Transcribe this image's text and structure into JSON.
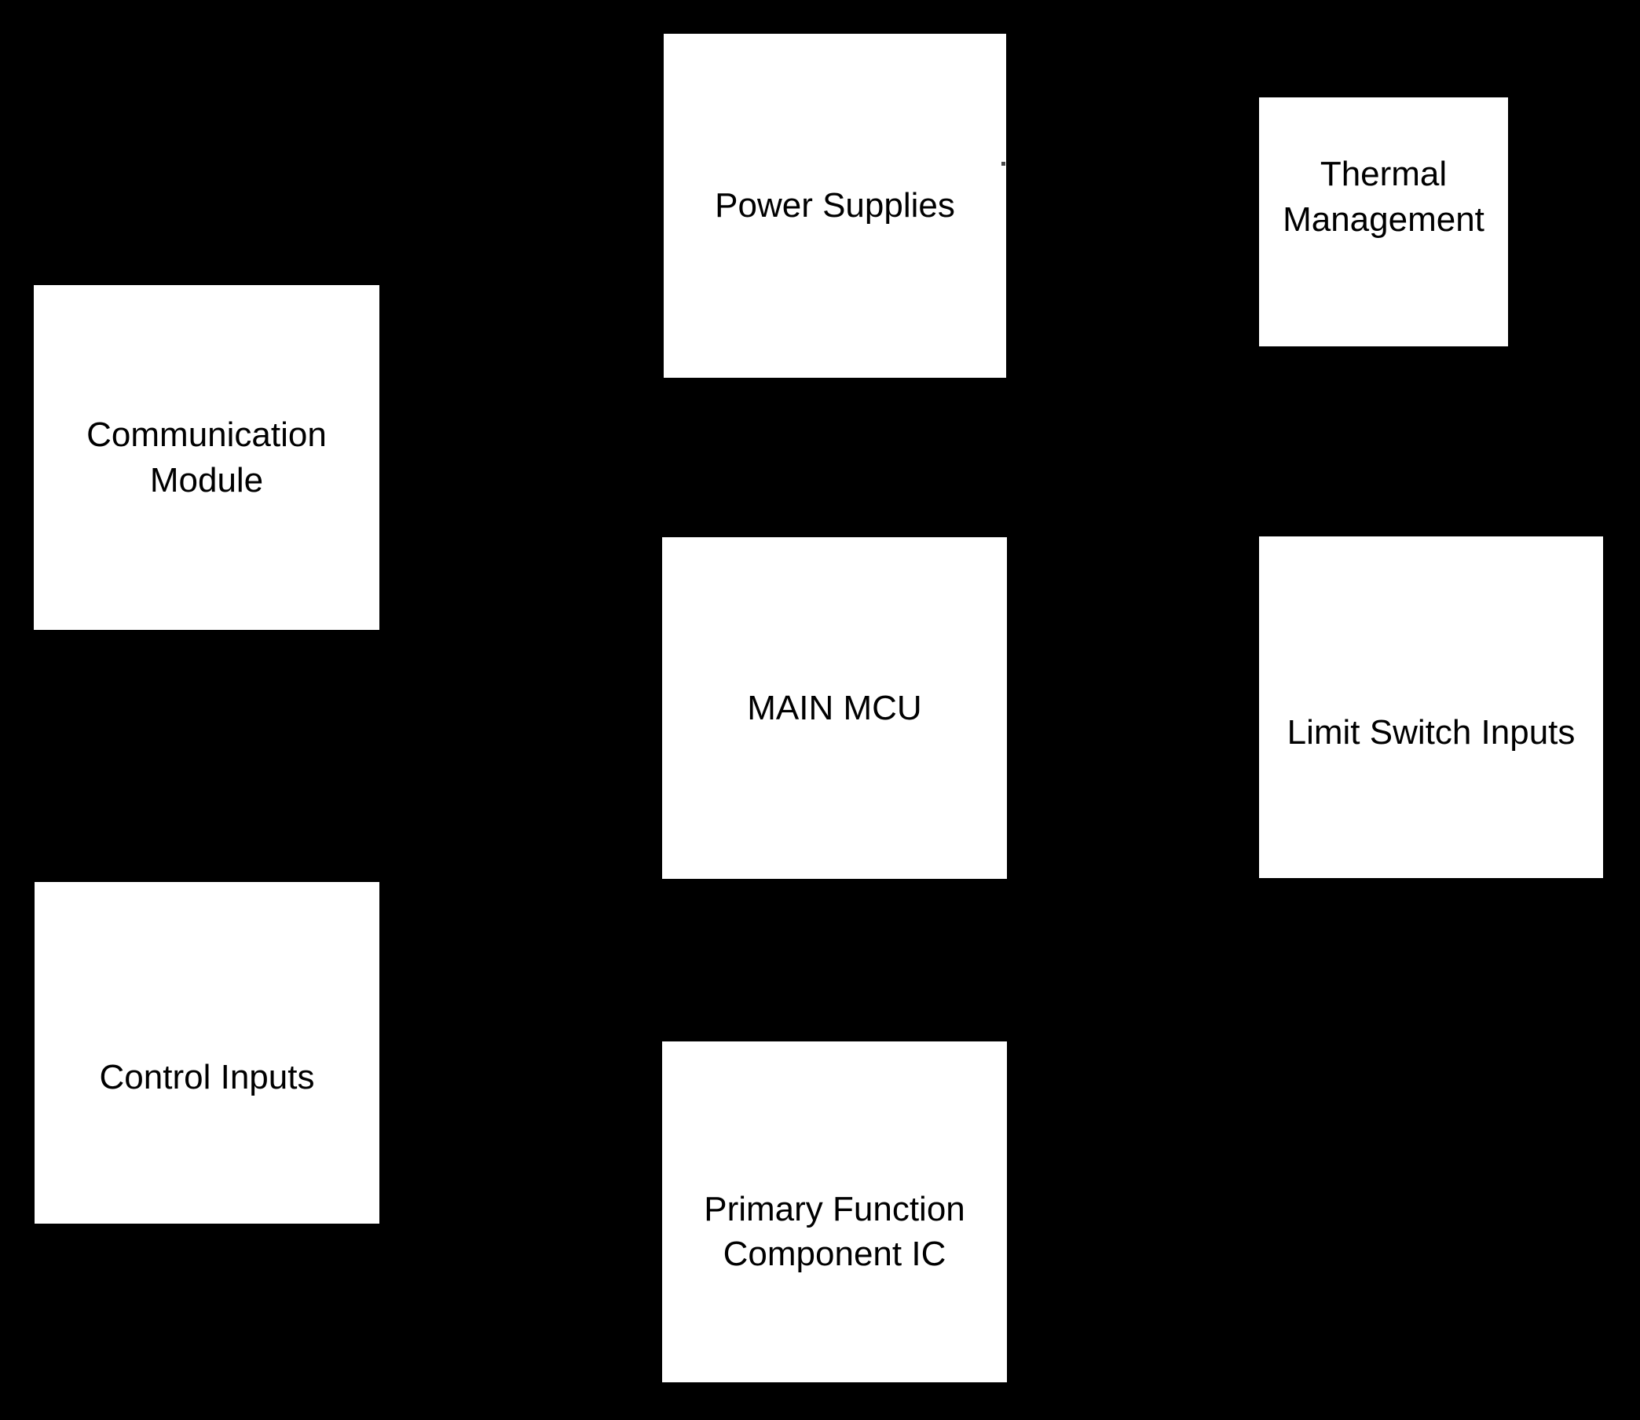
{
  "diagram": {
    "title": "",
    "colors": {
      "background": "#000000",
      "node_fill": "#ffffff",
      "node_text": "#000000",
      "artifact_mark": "#4a4a4a"
    },
    "nodes": {
      "power_supplies": {
        "label": "Power Supplies"
      },
      "thermal_management": {
        "label": "Thermal Management"
      },
      "communication_module": {
        "label": "Communication Module"
      },
      "main_mcu": {
        "label": "MAIN MCU"
      },
      "limit_switch_inputs": {
        "label": "Limit Switch Inputs"
      },
      "control_inputs": {
        "label": "Control Inputs"
      },
      "primary_function_ic": {
        "label": "Primary Function Component IC"
      }
    }
  }
}
